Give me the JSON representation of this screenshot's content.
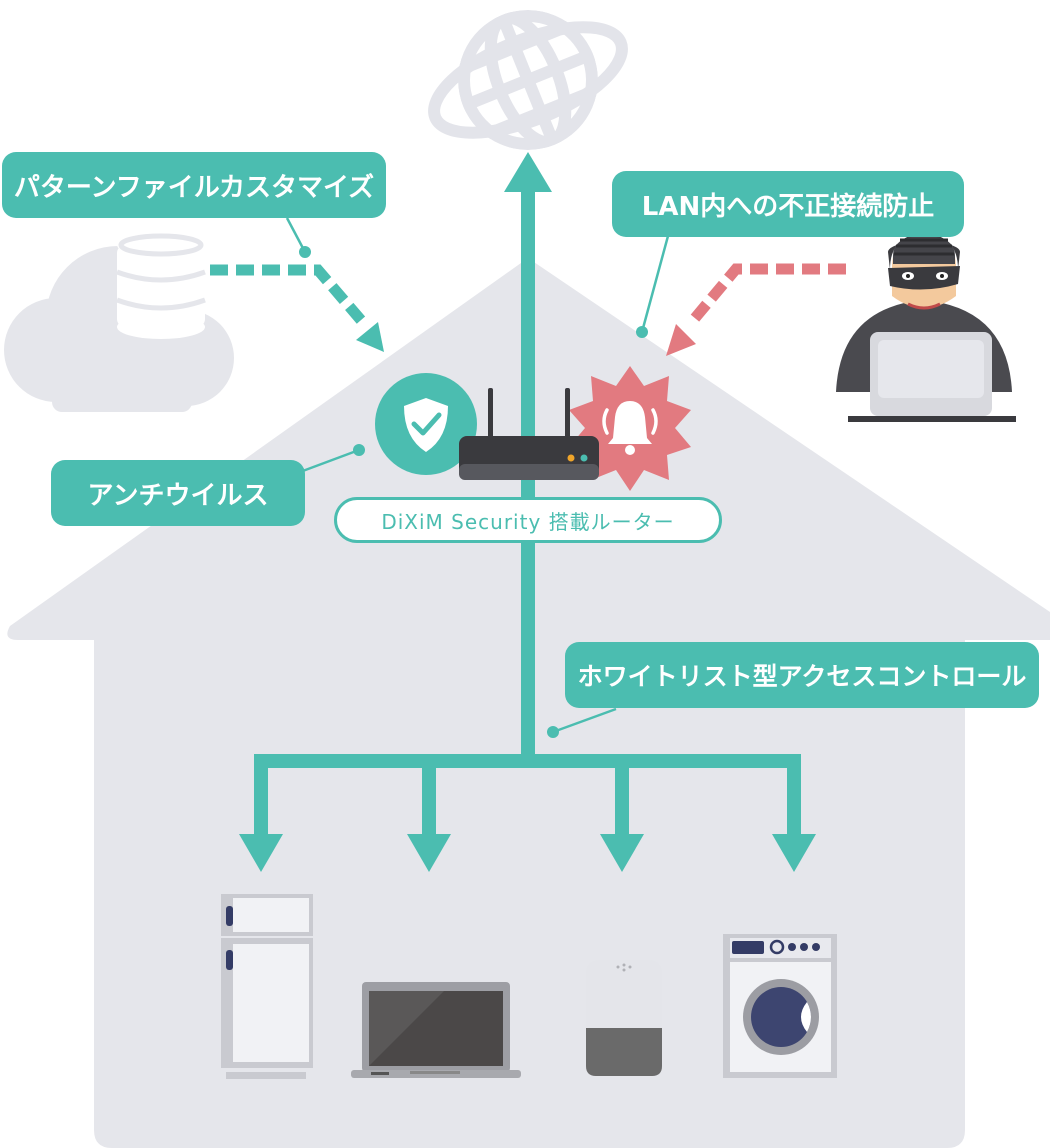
{
  "labels": {
    "pattern_file": "パターンファイルカスタマイズ",
    "lan_protection": "LAN内への不正接続防止",
    "antivirus": "アンチウイルス",
    "router": "DiXiM Security 搭載ルーター",
    "whitelist": "ホワイトリスト型アクセスコントロール"
  },
  "colors": {
    "accent": "#4bbdb0",
    "alert": "#e27a80",
    "house": "#e5e6eb",
    "cloud": "#e5e6eb"
  },
  "icons": {
    "globe": "globe-icon",
    "cloud_database": "cloud-database-icon",
    "shield": "shield-check-icon",
    "router": "router-icon",
    "alarm": "alarm-bell-icon",
    "hacker": "hacker-icon",
    "refrigerator": "refrigerator-icon",
    "laptop": "laptop-icon",
    "smart_speaker": "smart-speaker-icon",
    "washing_machine": "washing-machine-icon"
  }
}
